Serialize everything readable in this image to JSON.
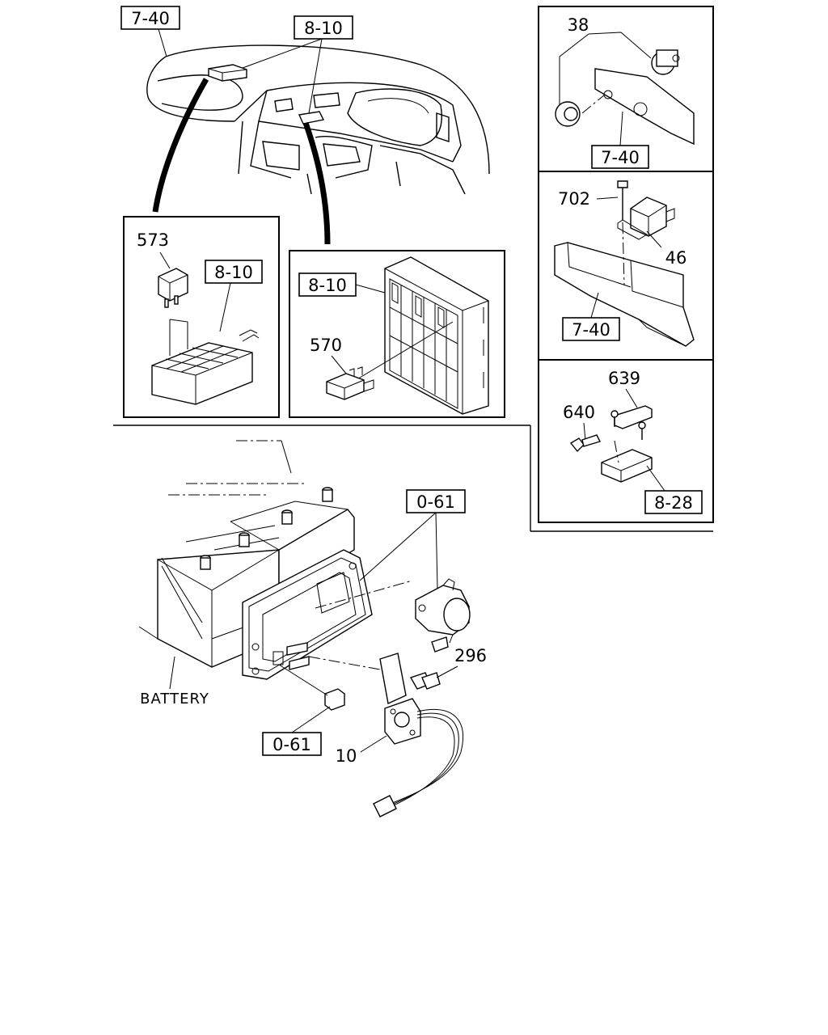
{
  "dashboard": {
    "ref_dash": "7-40",
    "ref_fusebox": "8-10"
  },
  "inset_relay": {
    "part_relay": "573",
    "ref_box": "8-10"
  },
  "inset_fusebox": {
    "ref_box": "8-10",
    "part_relay": "570"
  },
  "panel_switch": {
    "part": "38",
    "ref": "7-40"
  },
  "panel_relay": {
    "part_bolt": "702",
    "part_relay": "46",
    "ref": "7-40"
  },
  "panel_bracket": {
    "part_bracket": "639",
    "part_bolt": "640",
    "ref": "8-28"
  },
  "battery_area": {
    "ref_top": "0-61",
    "part_nut": "296",
    "battery_label": "BATTERY",
    "ref_bottom": "0-61",
    "part_switch": "10"
  }
}
